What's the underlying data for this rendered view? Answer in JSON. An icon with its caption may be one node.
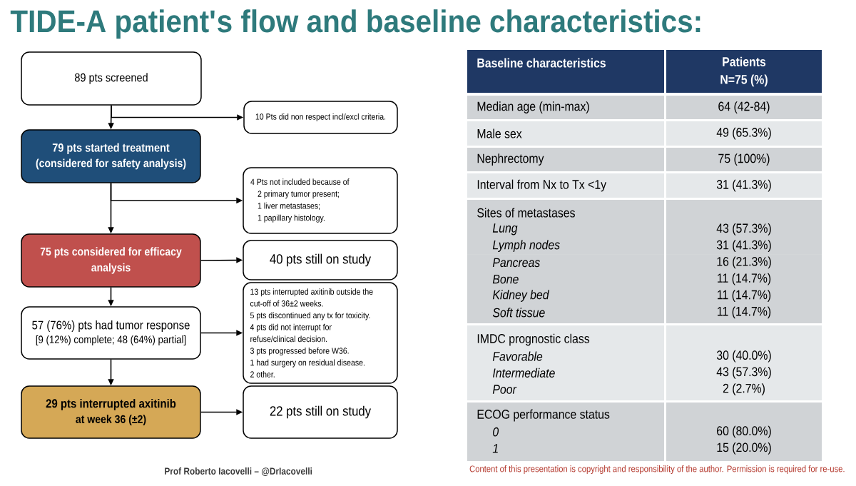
{
  "diagram": {
    "title": "TIDE-A patient's flow and baseline characteristics:",
    "nodes": [
      {
        "text": [
          "89 pts screened"
        ]
      },
      {
        "text": [
          "10 Pts did non respect incl/excl criteria."
        ]
      },
      {
        "text": [
          "79 pts started treatment",
          "(considered for safety analysis)"
        ]
      },
      {
        "text": [
          "4 Pts not included because of",
          "2 primary tumor present;",
          "1 liver metastases;",
          "1 papillary histology."
        ]
      },
      {
        "text": [
          "75 pts considered for efficacy analysis"
        ]
      },
      {
        "text": [
          "40 pts still on study"
        ]
      },
      {
        "text": [
          "57 (76%) pts had tumor response",
          "[9 (12%) complete; 48 (64%) partial]"
        ]
      },
      {
        "text": [
          "13 pts interrupted axitinib outside the cut-off of 36±2 weeks.",
          "5 pts discontinued any tx for toxicity.",
          "4 pts did not interrupt for refuse/clinical decision.",
          "3 pts progressed before W36.",
          "1 had surgery on residual disease.",
          "2 other."
        ]
      },
      {
        "text": [
          "29 pts interrupted axitinib",
          "at week 36 (±2)"
        ]
      },
      {
        "text": [
          "22 pts still on study"
        ]
      }
    ],
    "edges": [
      {
        "from": 0,
        "to": 2,
        "arrow": "to"
      },
      {
        "from": 0,
        "to": 1,
        "arrow": "to"
      },
      {
        "from": 2,
        "to": 4,
        "arrow": "to"
      },
      {
        "from": 2,
        "to": 3,
        "arrow": "to"
      },
      {
        "from": 4,
        "to": 5,
        "arrow": "to"
      },
      {
        "from": 4,
        "to": 6,
        "arrow": "to"
      },
      {
        "from": 6,
        "to": 7,
        "arrow": "to"
      },
      {
        "from": 6,
        "to": 8,
        "arrow": "to"
      },
      {
        "from": 8,
        "to": 9,
        "arrow": "to"
      }
    ],
    "labels": [
      "Baseline characteristics",
      "Patients N=75 (%)",
      "Median age (min-max)",
      "64 (42-84)",
      "Male sex",
      "49 (65.3%)",
      "Nephrectomy",
      "75 (100%)",
      "Interval from Nx to Tx <1y",
      "31 (41.3%)",
      "Sites of metastases",
      "Lung",
      "43 (57.3%)",
      "Lymph nodes",
      "31 (41.3%)",
      "Pancreas",
      "16 (21.3%)",
      "Bone",
      "11 (14.7%)",
      "Kidney bed",
      "11 (14.7%)",
      "Soft tissue",
      "11 (14.7%)",
      "IMDC prognostic class",
      "Favorable",
      "30 (40.0%)",
      "Intermediate",
      "43 (57.3%)",
      "Poor",
      "2 (2.7%)",
      "ECOG performance status",
      "0",
      "60 (80.0%)",
      "1",
      "15 (20.0%)",
      "Prof Roberto Iacovelli – @DrIacovelli",
      "Content of this presentation is copyright and responsibility of the author. Permission is required for re-use."
    ]
  }
}
